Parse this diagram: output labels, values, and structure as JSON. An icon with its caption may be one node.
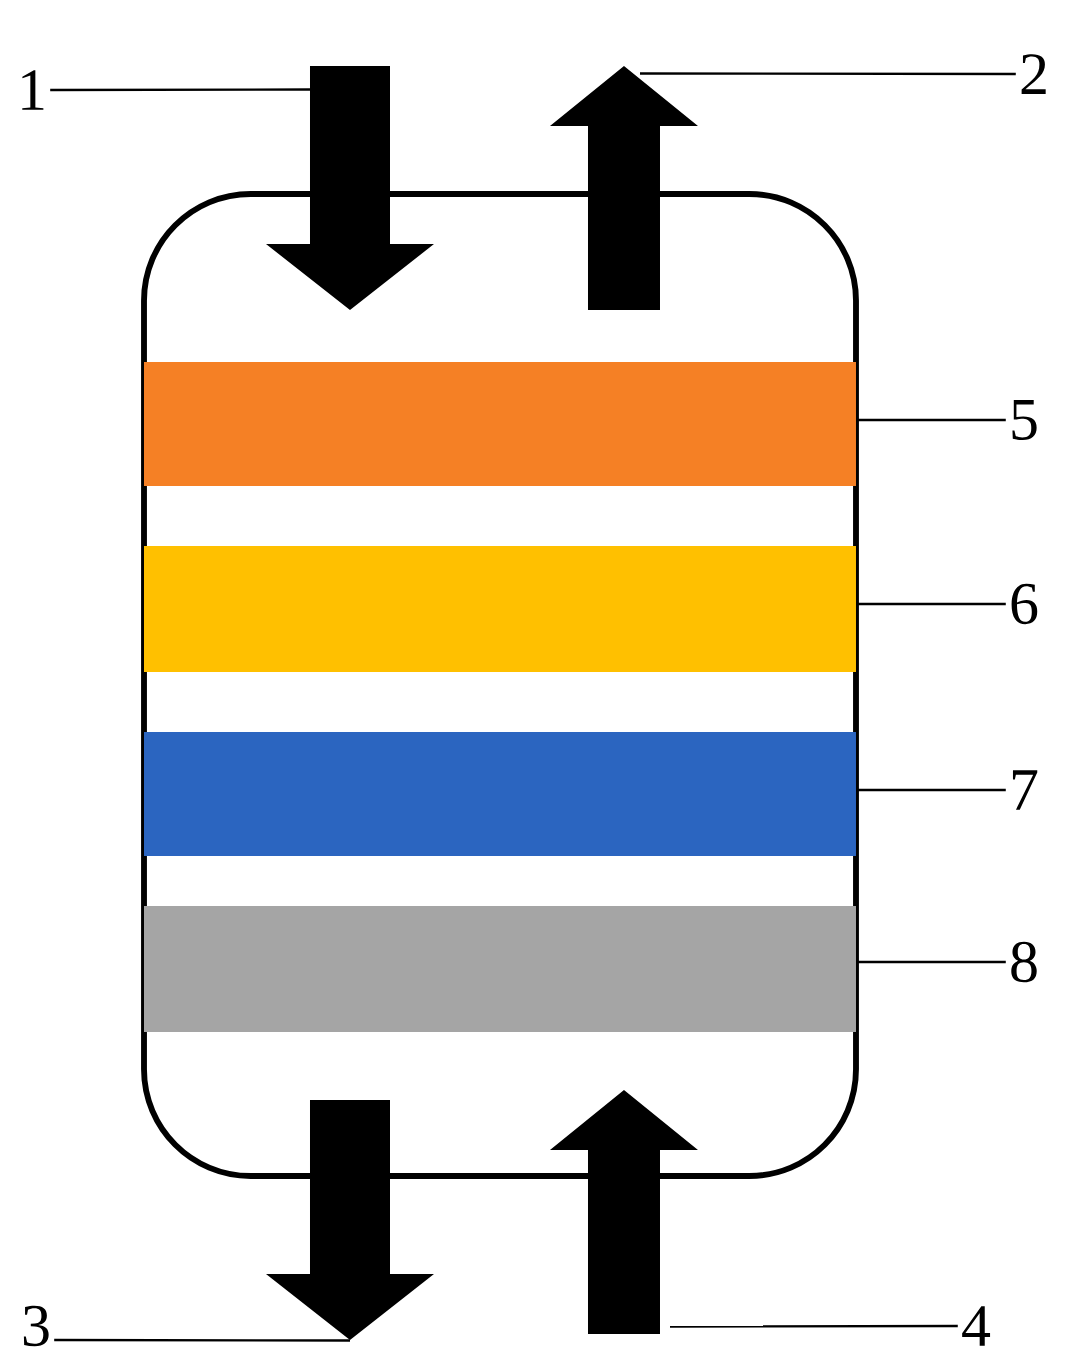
{
  "diagram": {
    "nodes": [
      {
        "text": [],
        "shape": "box"
      },
      {
        "text": [],
        "shape": "bar",
        "in": 0
      },
      {
        "text": [],
        "shape": "bar",
        "in": 0
      },
      {
        "text": [],
        "shape": "bar",
        "in": 0
      },
      {
        "text": [],
        "shape": "bar",
        "in": 0
      },
      {
        "text": [],
        "shape": "arrow"
      },
      {
        "text": [],
        "shape": "arrow"
      },
      {
        "text": [],
        "shape": "arrow"
      },
      {
        "text": [],
        "shape": "arrow"
      },
      {
        "text": [
          "1"
        ]
      },
      {
        "text": [
          "2"
        ]
      },
      {
        "text": [
          "3"
        ]
      },
      {
        "text": [
          "4"
        ]
      },
      {
        "text": [
          "5"
        ]
      },
      {
        "text": [
          "6"
        ]
      },
      {
        "text": [
          "7"
        ]
      },
      {
        "text": [
          "8"
        ]
      }
    ],
    "edges": [
      {
        "from": 9,
        "to": 5,
        "arrow": "none"
      },
      {
        "from": 10,
        "to": 6,
        "arrow": "none"
      },
      {
        "from": 11,
        "to": 7,
        "arrow": "none"
      },
      {
        "from": 12,
        "to": 8,
        "arrow": "none"
      },
      {
        "from": 13,
        "to": 1,
        "arrow": "none"
      },
      {
        "from": 14,
        "to": 2,
        "arrow": "none"
      },
      {
        "from": 15,
        "to": 3,
        "arrow": "none"
      },
      {
        "from": 16,
        "to": 4,
        "arrow": "none"
      }
    ]
  }
}
